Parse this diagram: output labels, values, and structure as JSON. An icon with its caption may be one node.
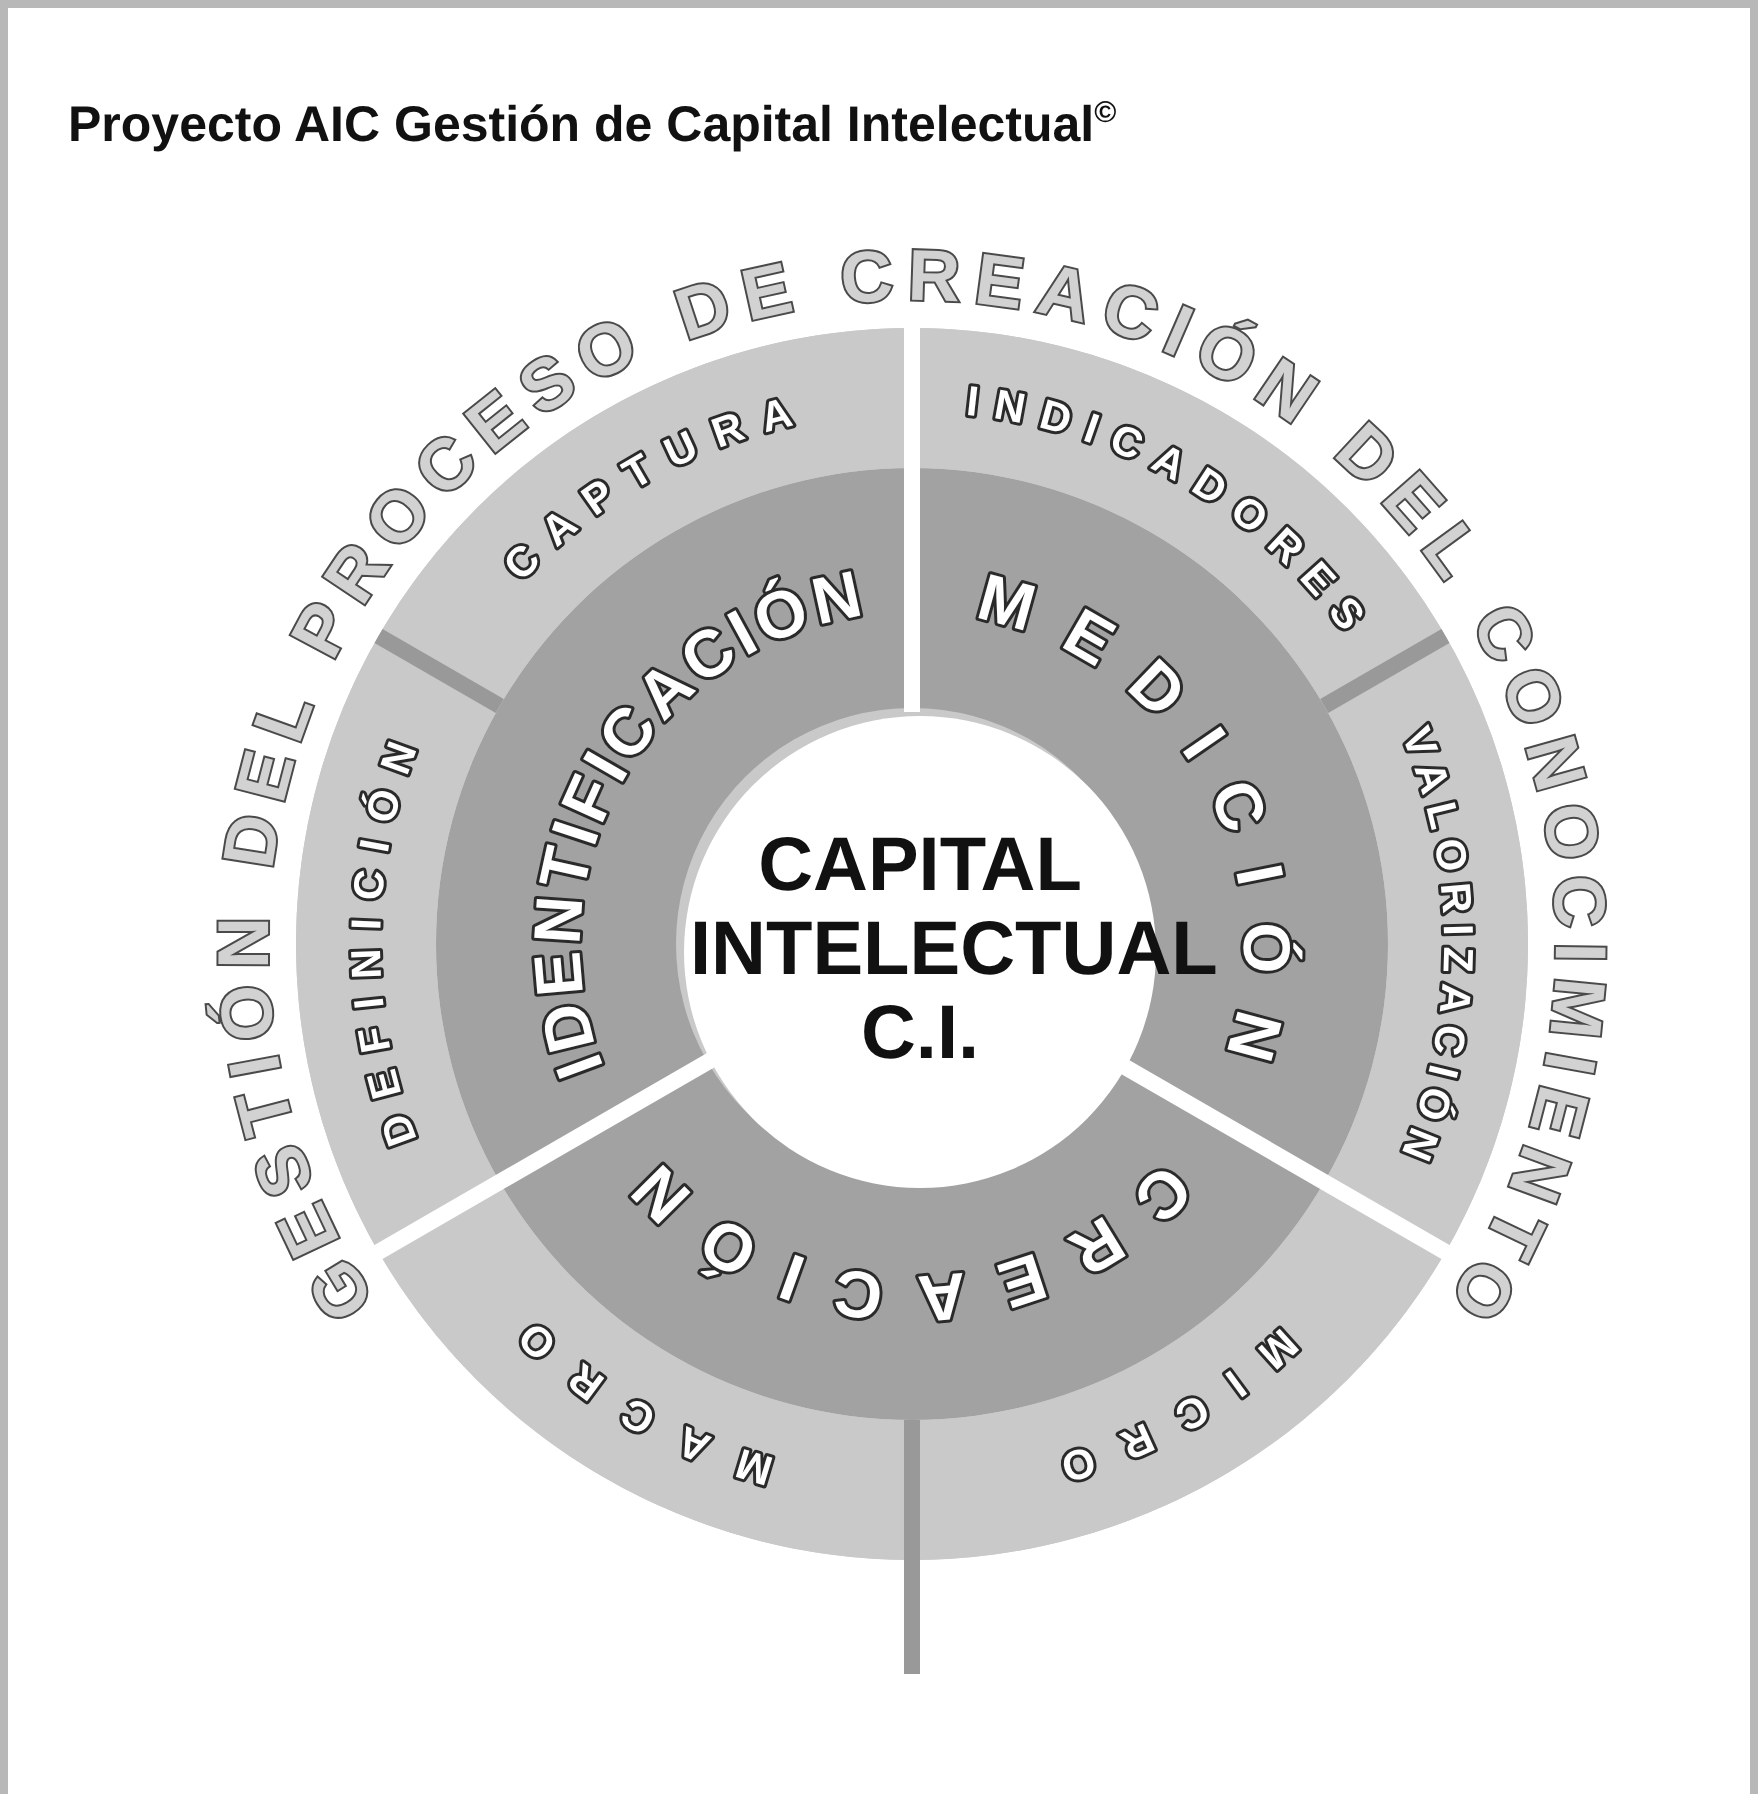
{
  "diagram": {
    "title": "Proyecto AIC Gestión de Capital Intelectual$^{©}$",
    "nodes": [
      {
        "text": [
          "CAPITAL INTELECTUAL C.I."
        ]
      },
      {
        "text": [
          "IDENTIFICACIÓN"
        ]
      },
      {
        "text": [
          "MEDICIÓN"
        ]
      },
      {
        "text": [
          "CREACIÓN"
        ]
      },
      {
        "text": [
          "CAPTURA"
        ]
      },
      {
        "text": [
          "INDICADORES"
        ]
      },
      {
        "text": [
          "VALORIZACIÓN"
        ]
      },
      {
        "text": [
          "MICRO"
        ]
      },
      {
        "text": [
          "MACRO"
        ]
      },
      {
        "text": [
          "DEFINICIÓN"
        ]
      }
    ],
    "labels": [
      "GESTIÓN DEL PROCESO DE CREACIÓN DEL CONOCIMIENTO"
    ]
  }
}
